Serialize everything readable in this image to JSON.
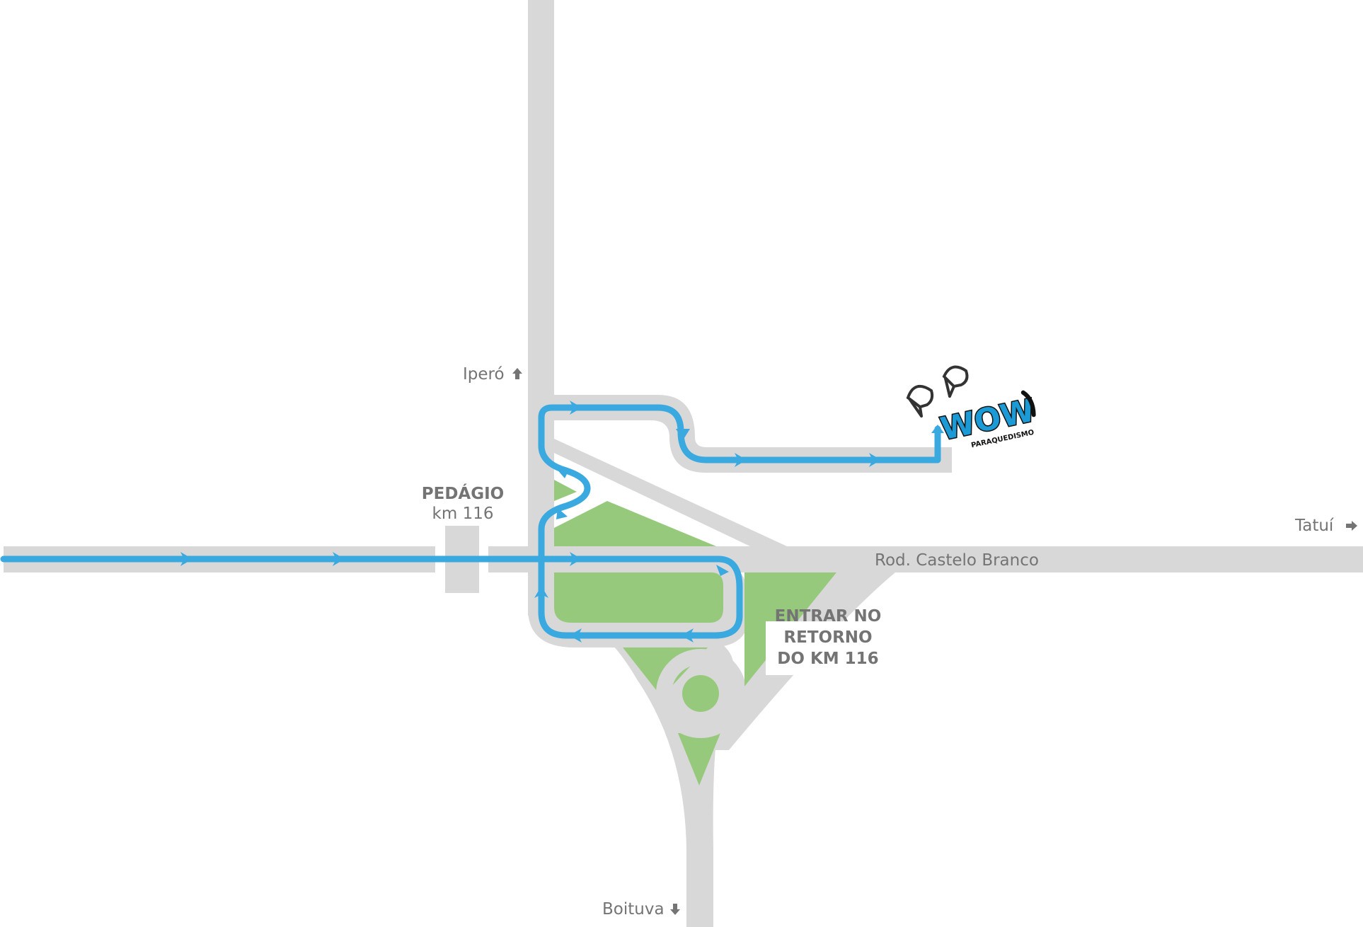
{
  "map": {
    "labels": {
      "ipero": "Iperó",
      "tatui": "Tatuí",
      "boituva": "Boituva",
      "road": "Rod. Castelo Branco",
      "toll_title": "PEDÁGIO",
      "toll_km": "km 116",
      "instruction_line1": "ENTRAR NO",
      "instruction_line2": "RETORNO",
      "instruction_line3": "DO KM 116"
    },
    "logo": {
      "brand": "WOW",
      "subtitle": "PARAQUEDISMO"
    },
    "colors": {
      "road": "#d8d8d8",
      "grass": "#97c97c",
      "route": "#3aa9e0",
      "text": "#747474",
      "logo_blue": "#1b9ad6"
    },
    "icons": [
      "parachute-icon",
      "arrow-up-icon",
      "arrow-right-icon",
      "arrow-down-icon",
      "route-direction-arrow-icon"
    ]
  }
}
